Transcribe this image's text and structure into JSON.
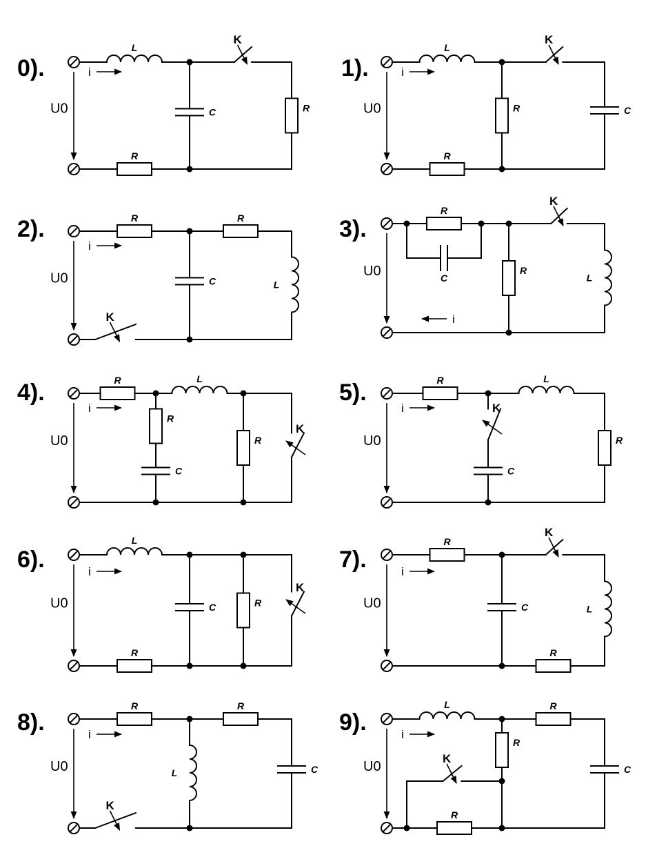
{
  "circuits": [
    {
      "id": "0",
      "number": "0)."
    },
    {
      "id": "1",
      "number": "1)."
    },
    {
      "id": "2",
      "number": "2)."
    },
    {
      "id": "3",
      "number": "3)."
    },
    {
      "id": "4",
      "number": "4)."
    },
    {
      "id": "5",
      "number": "5)."
    },
    {
      "id": "6",
      "number": "6)."
    },
    {
      "id": "7",
      "number": "7)."
    },
    {
      "id": "8",
      "number": "8)."
    },
    {
      "id": "9",
      "number": "9)."
    }
  ],
  "labels": {
    "voltage": "U0",
    "current": "i",
    "switch": "K",
    "inductor": "L",
    "resistor": "R",
    "capacitor": "C"
  }
}
